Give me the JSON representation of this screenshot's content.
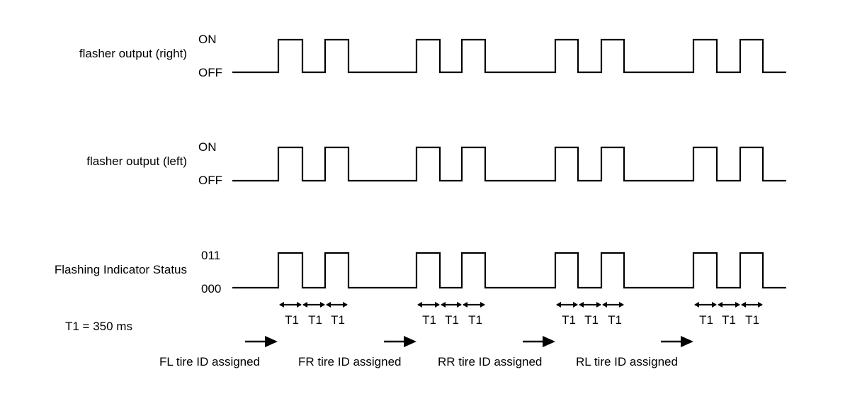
{
  "signals": [
    {
      "name": "flasher output (right)",
      "high_label": "ON",
      "low_label": "OFF"
    },
    {
      "name": "flasher output (left)",
      "high_label": "ON",
      "low_label": "OFF"
    },
    {
      "name": "Flashing Indicator Status",
      "high_label": "011",
      "low_label": "000"
    }
  ],
  "timing": {
    "note": "T1 = 350 ms",
    "interval_label": "T1",
    "groups": [
      {
        "intervals": [
          "T1",
          "T1",
          "T1"
        ]
      },
      {
        "intervals": [
          "T1",
          "T1",
          "T1"
        ]
      },
      {
        "intervals": [
          "T1",
          "T1",
          "T1"
        ]
      },
      {
        "intervals": [
          "T1",
          "T1",
          "T1"
        ]
      }
    ]
  },
  "assignments": [
    "FL tire ID assigned",
    "FR tire ID assigned",
    "RR tire ID assigned",
    "RL tire ID assigned"
  ]
}
